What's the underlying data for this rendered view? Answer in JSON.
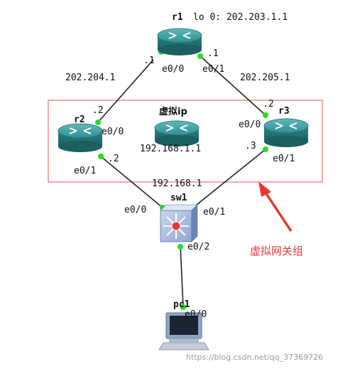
{
  "nodes": {
    "r1": {
      "name": "r1",
      "note": "lo 0: 202.203.1.1"
    },
    "r2": {
      "name": "r2"
    },
    "r3": {
      "name": "r3"
    },
    "virtual": {
      "name": "虚拟ip",
      "ip": "192.168.1.1"
    },
    "sw1": {
      "name": "sw1"
    },
    "pc1": {
      "name": "pc1",
      "port": "e0/0"
    }
  },
  "links": {
    "r1_r2": {
      "network": "202.204.1",
      "r1_end": ".1",
      "r1_port": "e0/0",
      "r2_end": ".2",
      "r2_port": "e0/0"
    },
    "r1_r3": {
      "network": "202.205.1",
      "r1_end": ".1",
      "r1_port": "e0/1",
      "r3_end": ".2",
      "r3_port": "e0/0"
    },
    "lan": {
      "network": "192.168.1",
      "r2_end": ".2",
      "r2_port": "e0/1",
      "r3_end": ".3",
      "r3_port": "e0/1",
      "sw_port_r2": "e0/0",
      "sw_port_r3": "e0/1"
    },
    "sw_pc": {
      "sw_port": "e0/2"
    }
  },
  "group": {
    "label": "虚拟网关组",
    "color": "#e53935"
  },
  "colors": {
    "router": "#2a8a8c",
    "link_dot": "#22dd22",
    "switch": "#4a6fb5"
  },
  "watermark": "https://blog.csdn.net/qq_37369726"
}
